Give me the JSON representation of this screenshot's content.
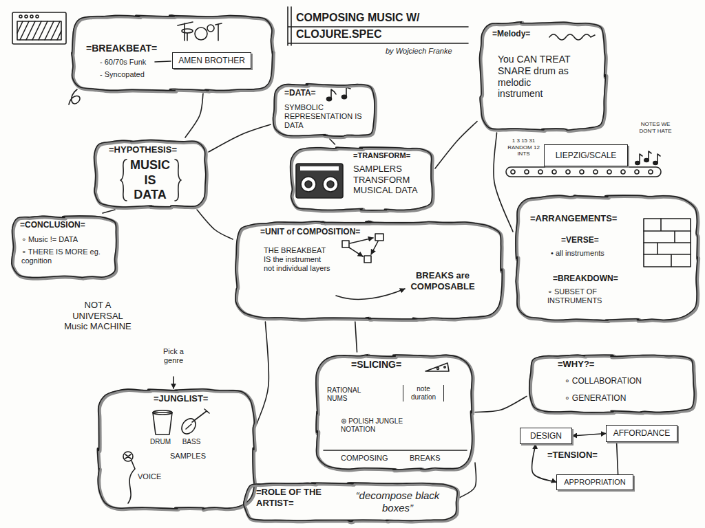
{
  "diagram": {
    "title": "COMPOSING MUSIC W/ CLOJURE.SPEC",
    "nodes": [
      {
        "text": [
          "=BREAKBEAT=",
          "- 60/70s Funk",
          "- Syncopated"
        ]
      },
      {
        "text": [
          "AMEN BROTHER"
        ],
        "in": 0
      },
      {
        "text": [
          "=DATA=",
          "SYMBOLIC REPRESENTATION IS DATA"
        ]
      },
      {
        "text": [
          "=TRANSFORM=",
          "SAMPLERS TRANSFORM MUSICAL DATA"
        ]
      },
      {
        "text": [
          "=Melody=",
          "You CAN TREAT SNARE drum as melodic instrument"
        ]
      },
      {
        "text": [
          "=HYPOTHESIS=",
          "MUSIC IS DATA"
        ]
      },
      {
        "text": [
          "=CONCLUSION=",
          "∘ Music != DATA",
          "∘ THERE IS MORE eg. cognition"
        ]
      },
      {
        "text": [
          "LIEPZIG/SCALE"
        ]
      },
      {
        "text": [
          "=UNIT of COMPOSITION=",
          "THE BREAKBEAT IS the instrument not individual layers",
          "BREAKS are COMPOSABLE"
        ]
      },
      {
        "text": [
          "=ARRANGEMENTS=",
          "=VERSE=",
          "• all instruments",
          "=BREAKDOWN=",
          "∘ SUBSET OF INSTRUMENTS"
        ]
      },
      {
        "text": [
          "=JUNGLIST=",
          "DRUM",
          "BASS",
          "SAMPLES",
          "VOICE"
        ]
      },
      {
        "text": [
          "=SLICING=",
          "RATIONAL NUMS",
          "note duration",
          "⊕ POLISH JUNGLE NOTATION",
          "COMPOSING",
          "BREAKS"
        ]
      },
      {
        "text": [
          "=WHY?=",
          "∘ COLLABORATION",
          "∘ GENERATION"
        ]
      },
      {
        "text": [
          "DESIGN"
        ]
      },
      {
        "text": [
          "AFFORDANCE"
        ]
      },
      {
        "text": [
          "APPROPRIATION"
        ]
      },
      {
        "text": [
          "=ROLE OF THE ARTIST=",
          "“decompose black boxes”"
        ]
      }
    ],
    "edges": [
      {
        "from": 0,
        "to": 5,
        "arrow": "none"
      },
      {
        "from": 5,
        "to": 2,
        "arrow": "none"
      },
      {
        "from": 2,
        "to": 3,
        "arrow": "none"
      },
      {
        "from": 3,
        "to": 4,
        "arrow": "none"
      },
      {
        "from": 5,
        "to": 6,
        "arrow": "none"
      },
      {
        "from": 5,
        "to": 8,
        "arrow": "none"
      },
      {
        "from": 4,
        "to": 9,
        "arrow": "none"
      },
      {
        "from": 8,
        "to": 10,
        "arrow": "none"
      },
      {
        "from": 8,
        "to": 11,
        "arrow": "none"
      },
      {
        "from": 11,
        "to": 12,
        "arrow": "none"
      },
      {
        "from": 11,
        "to": 16,
        "arrow": "none"
      },
      {
        "from": 13,
        "to": 14,
        "arrow": "both"
      },
      {
        "from": 13,
        "to": 15,
        "arrow": "both"
      },
      {
        "from": 14,
        "to": 15,
        "arrow": "none"
      }
    ],
    "labels": [
      "by Wojciech Franke",
      "1 3 15 31 RANDOM 12 INTS",
      "NOTES WE DON'T HATE",
      "NOT A UNIVERSAL Music MACHINE",
      "Pick a genre",
      "=TENSION="
    ]
  }
}
